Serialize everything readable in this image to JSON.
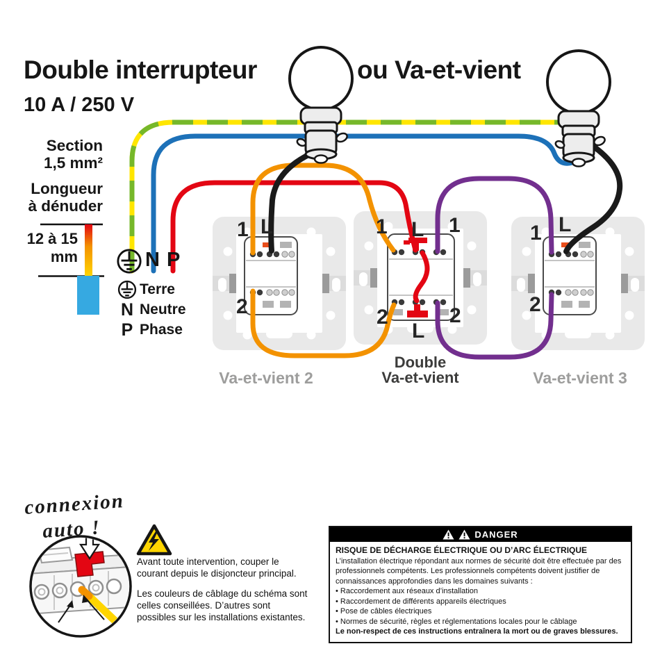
{
  "header": {
    "title_left": "Double interrupteur",
    "title_right": "ou Va-et-vient",
    "rating": "10 A / 250 V"
  },
  "specs": {
    "section_label": "Section",
    "section_value": "1,5 mm²",
    "strip_label_line1": "Longueur",
    "strip_label_line2": "à dénuder",
    "strip_range": "12 à 15",
    "strip_unit": "mm"
  },
  "supply": {
    "neutral": "N",
    "phase": "P"
  },
  "legend": {
    "terre": "Terre",
    "n": "N",
    "neutre": "Neutre",
    "p": "P",
    "phase": "Phase"
  },
  "switches": {
    "left": {
      "caption": "Va-et-vient 2",
      "top_1": "1",
      "top_l": "L",
      "bottom_2": "2"
    },
    "middle": {
      "caption_line1": "Double",
      "caption_line2": "Va-et-vient",
      "top_left_1": "1",
      "top_l": "L",
      "top_right_1": "1",
      "bottom_left_2": "2",
      "bottom_l": "L",
      "bottom_right_2": "2"
    },
    "right": {
      "caption": "Va-et-vient 3",
      "top_1": "1",
      "top_l": "L",
      "bottom_2": "2"
    }
  },
  "notes": {
    "handwritten_line1": "connexion",
    "handwritten_line2": "auto !",
    "cut_power": "Avant toute intervention, couper le courant depuis le disjoncteur principal.",
    "colors_note": "Les couleurs de câblage du schéma sont celles conseillées. D’autres sont possibles sur les installations existantes."
  },
  "danger": {
    "header": "DANGER",
    "title": "RISQUE DE DÉCHARGE ÉLECTRIQUE OU D’ARC ÉLECTRIQUE",
    "intro": "L’installation électrique répondant aux normes de sécurité doit être effectuée par des professionnels compétents. Les professionnels compétents doivent justifier de connaissances approfondies dans les domaines suivants :",
    "bullets": [
      "Raccordement aux réseaux d’installation",
      "Raccordement de différents appareils électriques",
      "Pose de câbles électriques",
      "Normes de sécurité, règles et réglementations locales pour le câblage"
    ],
    "footer": "Le non-respect de ces instructions entraînera la mort ou de graves blessures."
  },
  "colors": {
    "earth_yellow": "#ffe600",
    "earth_green": "#76b82a",
    "neutral_blue": "#1d71b8",
    "phase_red": "#e30613",
    "traveller_orange": "#f39200",
    "traveller_purple": "#722f8e",
    "lamp_wire_black": "#1a1a1a",
    "insulation_blue": "#36a9e1",
    "warning_yellow": "#ffd500",
    "caption_gray": "#9d9d9c"
  }
}
